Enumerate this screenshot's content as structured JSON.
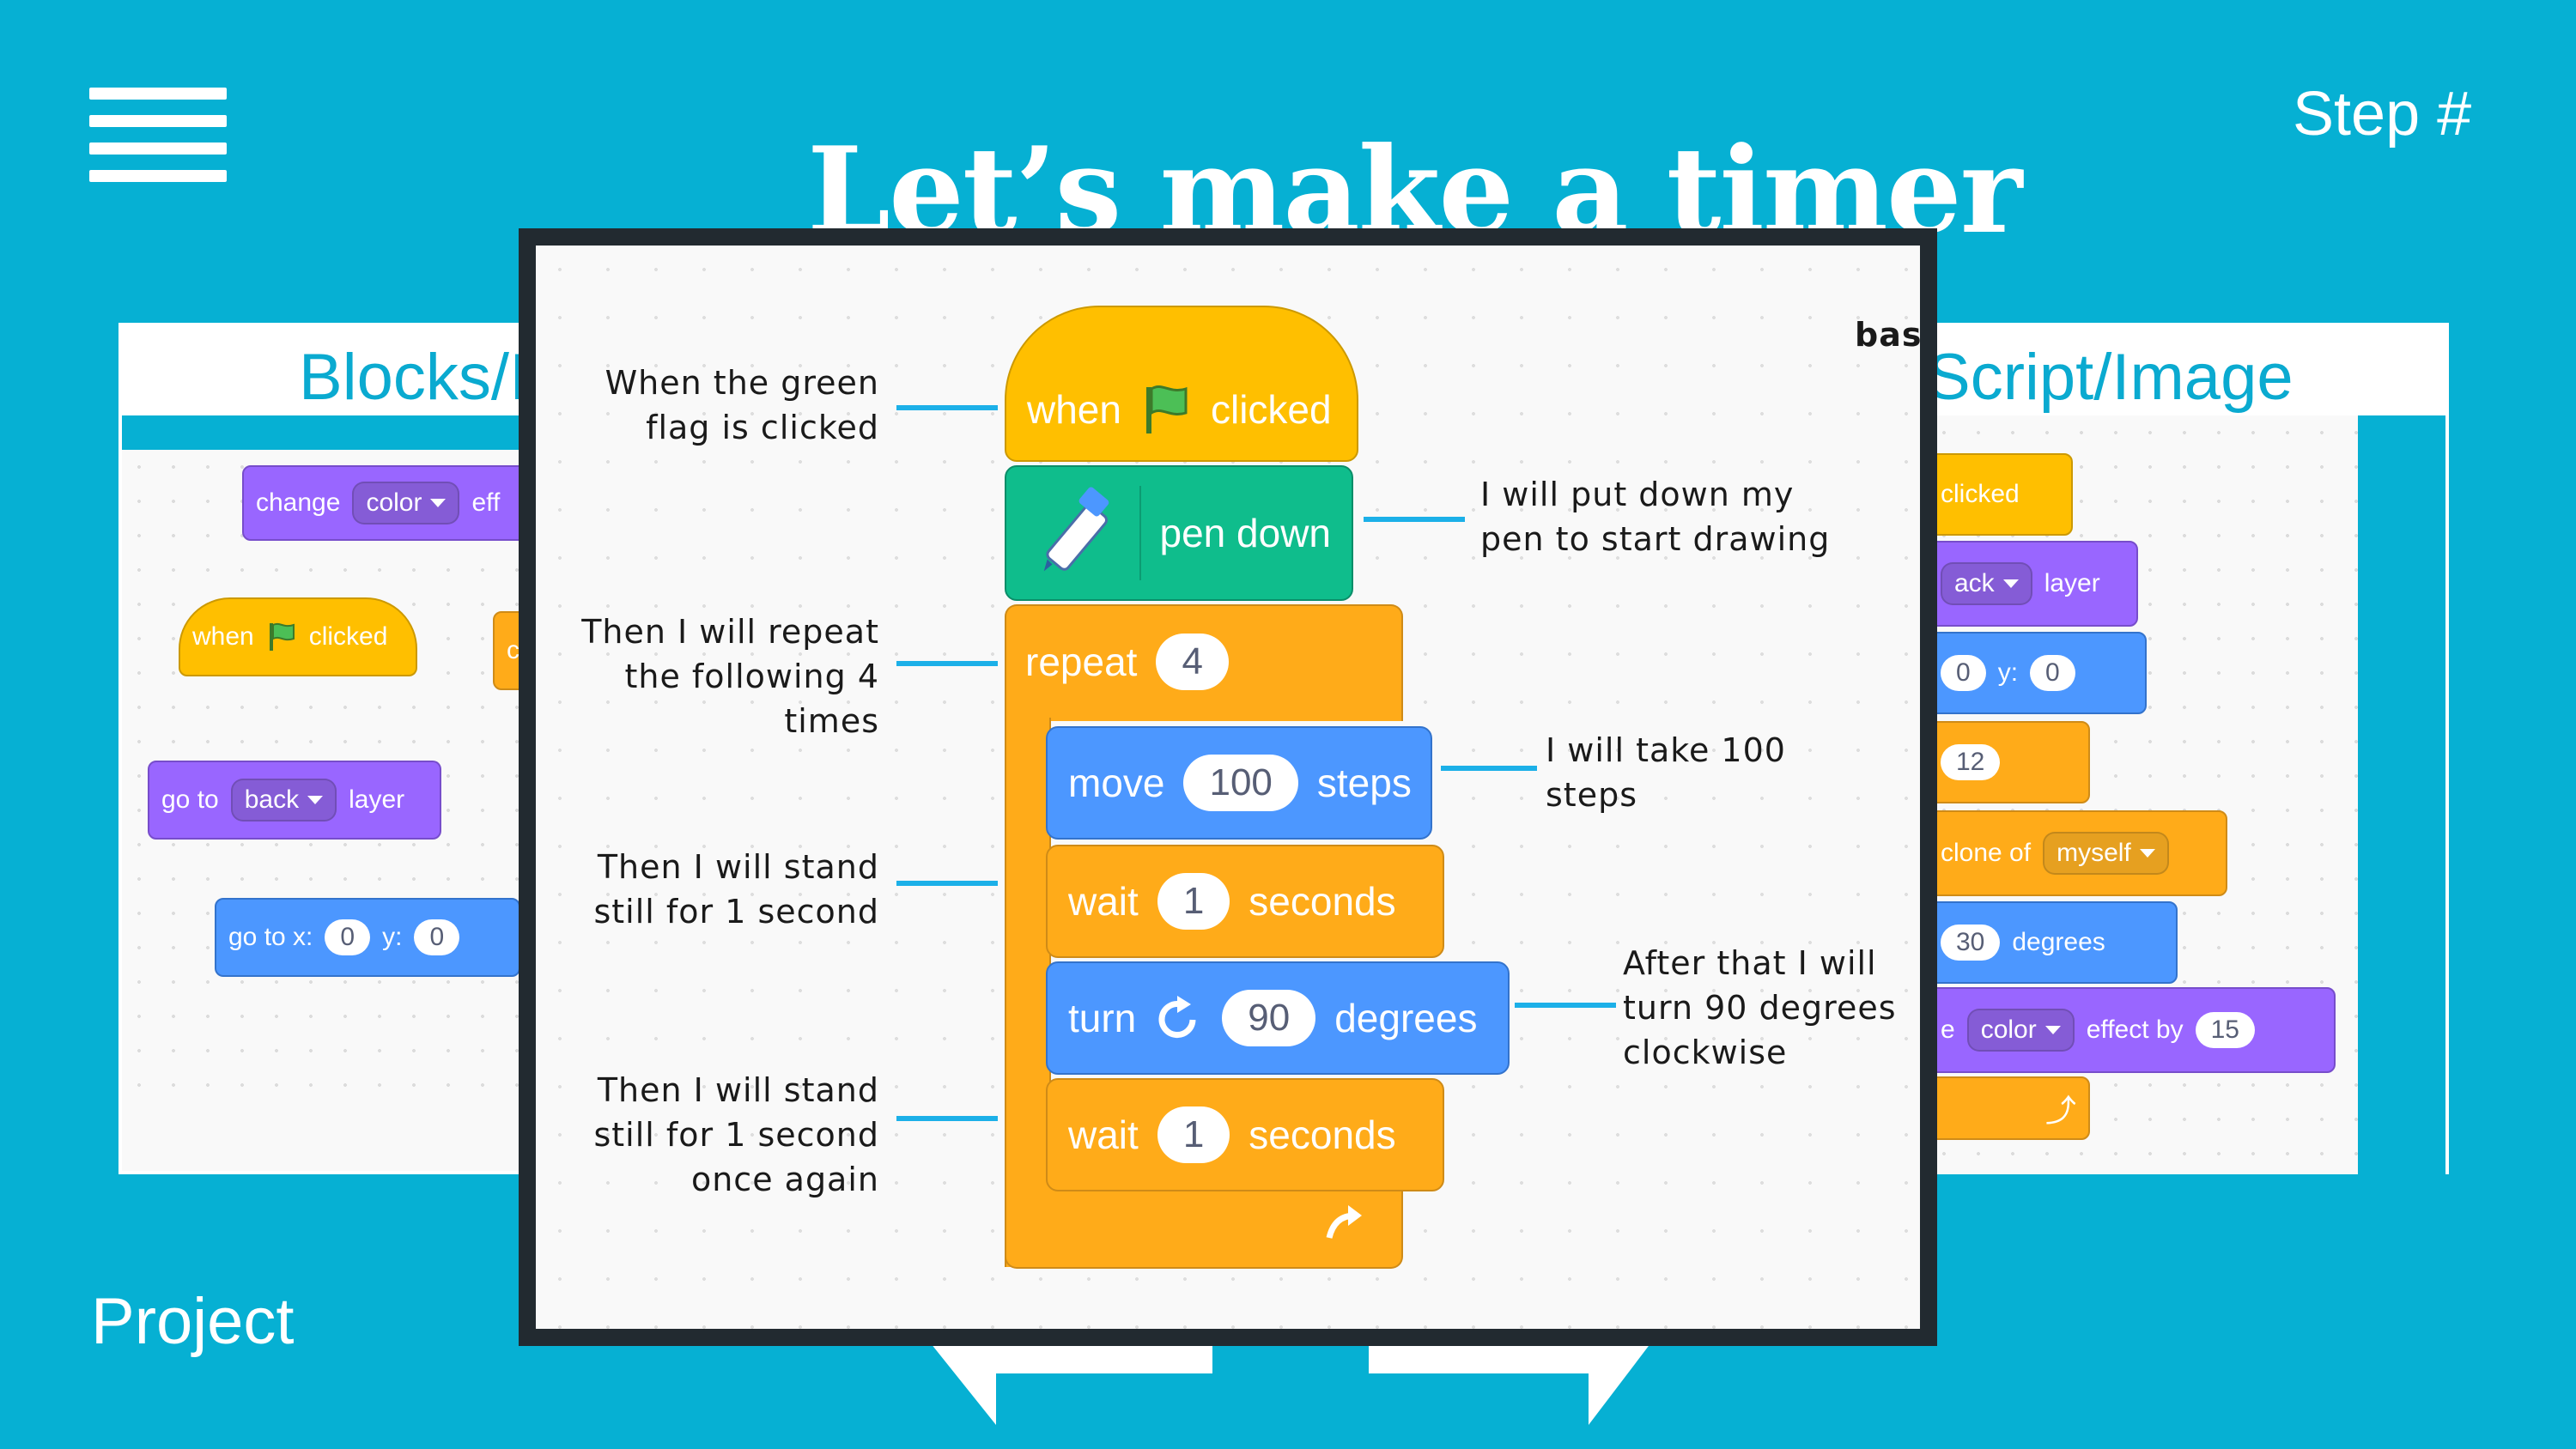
{
  "header": {
    "title": "Let’s make a timer",
    "step_label": "Step #",
    "footer_label": "Project"
  },
  "left_panel": {
    "title": "Blocks/I",
    "blocks": {
      "change": {
        "label": "change",
        "dropdown": "color",
        "tail": "eff"
      },
      "when_flag": {
        "when": "when",
        "clicked": "clicked"
      },
      "partial": "c",
      "go_to_layer": {
        "label": "go to",
        "dropdown": "back",
        "tail": "layer"
      },
      "go_to_xy": {
        "label": "go to x:",
        "x": "0",
        "ylabel": "y:",
        "y": "0"
      }
    }
  },
  "right_panel": {
    "title": "Script/Image",
    "overflow_text": "basi",
    "blocks": {
      "clicked": "clicked",
      "layer": {
        "dropdown": "ack",
        "tail": "layer"
      },
      "xy": {
        "x": "0",
        "ylabel": "y:",
        "y": "0"
      },
      "num": "12",
      "clone": {
        "label": "clone of",
        "dropdown": "myself"
      },
      "turn": {
        "value": "30",
        "tail": "degrees"
      },
      "effect": {
        "prefix": "e",
        "dropdown": "color",
        "label": "effect by",
        "value": "15"
      }
    }
  },
  "modal": {
    "script": {
      "when": "when",
      "clicked": "clicked",
      "pen_down": "pen down",
      "repeat": "repeat",
      "repeat_count": "4",
      "move": "move",
      "move_steps": "100",
      "steps": "steps",
      "wait1": "wait",
      "wait1_value": "1",
      "seconds1": "seconds",
      "turn": "turn",
      "turn_value": "90",
      "degrees": "degrees",
      "wait2": "wait",
      "wait2_value": "1",
      "seconds2": "seconds"
    },
    "annotations": {
      "green_flag": [
        "When the green",
        "flag is clicked"
      ],
      "pen_down": [
        "I will put down my",
        "pen to start drawing"
      ],
      "repeat": [
        "Then I will repeat",
        "the following 4",
        "times"
      ],
      "move": [
        "I will take 100",
        "steps"
      ],
      "wait1": [
        "Then I will stand",
        "still for 1 second"
      ],
      "turn": [
        "After that I will",
        "turn 90 degrees",
        "clockwise"
      ],
      "wait2": [
        "Then I will stand",
        "still for 1 second",
        "once again"
      ]
    }
  },
  "colors": {
    "background": "#06b0d3",
    "accent": "#0aaad0",
    "annotation_line": "#1cb0e8",
    "motion": "#4c97ff",
    "looks": "#9966ff",
    "events": "#ffbf00",
    "control": "#ffab19",
    "pen": "#0fbd8c"
  },
  "icons": [
    "menu-icon",
    "green-flag-icon",
    "pen-icon",
    "rotate-clockwise-icon",
    "loop-arrow-icon",
    "dropdown-caret-icon"
  ]
}
